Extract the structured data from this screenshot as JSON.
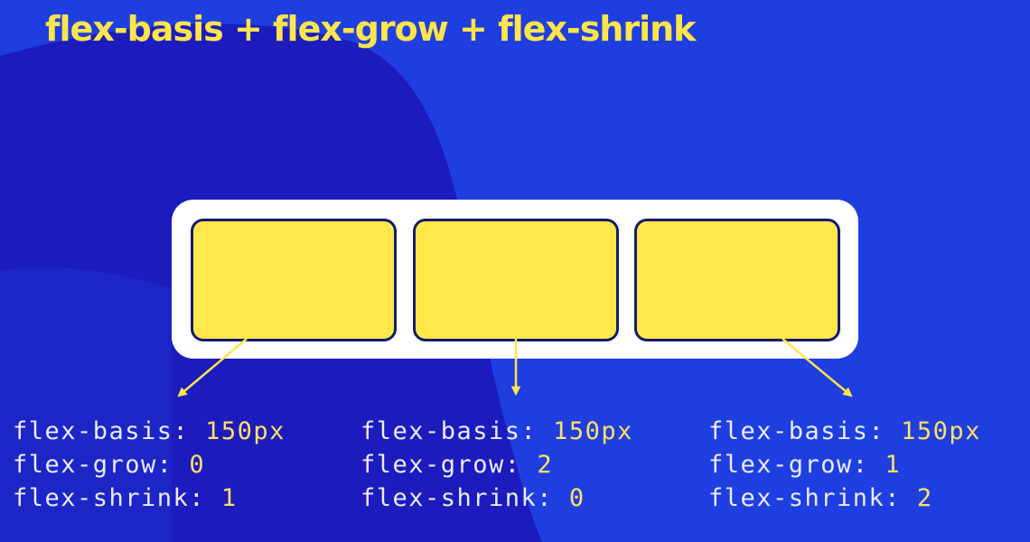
{
  "title": "flex-basis + flex-grow + flex-shrink",
  "colors": {
    "background": "#1f3ee0",
    "background_shape": "#1c1bbd",
    "accent_yellow": "#ffe54a",
    "item_fill": "#ffe84a",
    "item_border": "#161a6e",
    "container": "#ffffff",
    "code_text": "#e9edff",
    "code_value": "#ffe066"
  },
  "columns": [
    {
      "basis_label": "flex-basis:",
      "basis_value": "150px",
      "grow_label": "flex-grow:",
      "grow_value": "0",
      "shrink_label": "flex-shrink:",
      "shrink_value": "1"
    },
    {
      "basis_label": "flex-basis:",
      "basis_value": "150px",
      "grow_label": "flex-grow:",
      "grow_value": "2",
      "shrink_label": "flex-shrink:",
      "shrink_value": "0"
    },
    {
      "basis_label": "flex-basis:",
      "basis_value": "150px",
      "grow_label": "flex-grow:",
      "grow_value": "1",
      "shrink_label": "flex-shrink:",
      "shrink_value": "2"
    }
  ]
}
